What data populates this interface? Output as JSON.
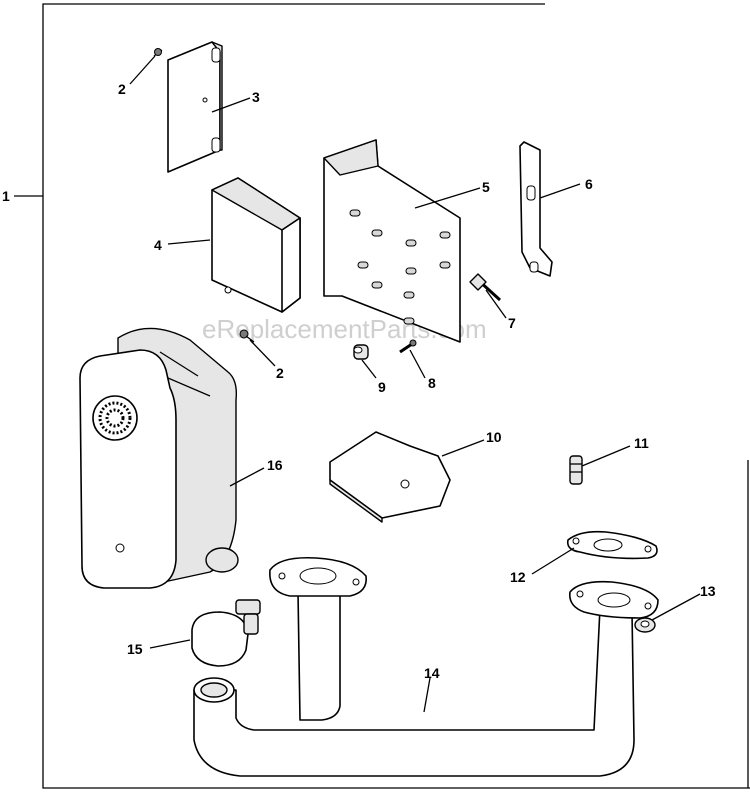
{
  "watermark": "eReplacementParts.com",
  "callouts": {
    "c1": "1",
    "c2a": "2",
    "c2b": "2",
    "c3": "3",
    "c4": "4",
    "c5": "5",
    "c6": "6",
    "c7": "7",
    "c8": "8",
    "c9": "9",
    "c10": "10",
    "c11": "11",
    "c12": "12",
    "c13": "13",
    "c14": "14",
    "c15": "15",
    "c16": "16"
  }
}
